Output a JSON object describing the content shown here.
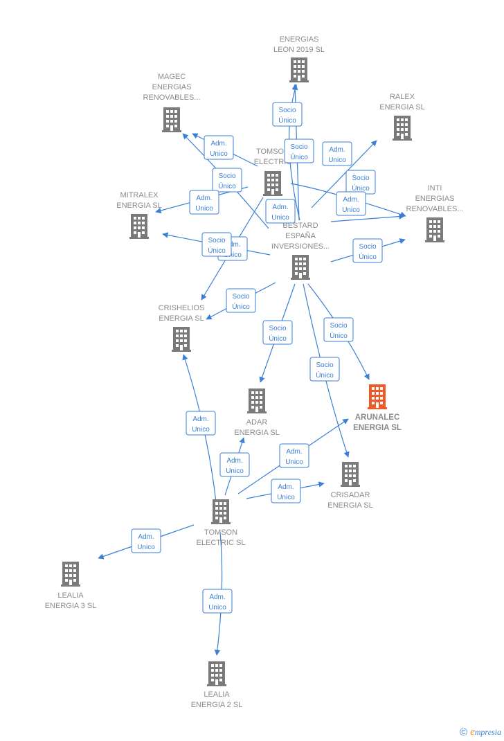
{
  "colors": {
    "node": "#7a7a7a",
    "focus": "#f05a28",
    "edge": "#3a7fd5"
  },
  "nodes": [
    {
      "id": "energias-leon",
      "lines": [
        "ENERGIAS",
        "LEON 2019  SL"
      ]
    },
    {
      "id": "magec",
      "lines": [
        "MAGEC",
        "ENERGIAS",
        "RENOVABLES..."
      ]
    },
    {
      "id": "ralex",
      "lines": [
        "RALEX",
        "ENERGIA  SL"
      ]
    },
    {
      "id": "tomson-top",
      "lines": [
        "TOMSON",
        "ELECTRIC"
      ]
    },
    {
      "id": "mitralex",
      "lines": [
        "MITRALEX",
        "ENERGIA  SL"
      ]
    },
    {
      "id": "inti",
      "lines": [
        "INTI",
        "ENERGIAS",
        "RENOVABLES..."
      ]
    },
    {
      "id": "bestard",
      "lines": [
        "BESTARD",
        "ESPAÑA",
        "INVERSIONES..."
      ]
    },
    {
      "id": "crishelios",
      "lines": [
        "CRISHELIOS",
        "ENERGIA  SL"
      ]
    },
    {
      "id": "adar",
      "lines": [
        "ADAR",
        "ENERGIA  SL"
      ]
    },
    {
      "id": "arunalec",
      "lines": [
        "ARUNALEC",
        "ENERGIA  SL"
      ],
      "focus": true
    },
    {
      "id": "crisadar",
      "lines": [
        "CRISADAR",
        "ENERGIA  SL"
      ]
    },
    {
      "id": "tomson-bottom",
      "lines": [
        "TOMSON",
        "ELECTRIC  SL"
      ]
    },
    {
      "id": "lealia3",
      "lines": [
        "LEALIA",
        "ENERGIA 3  SL"
      ]
    },
    {
      "id": "lealia2",
      "lines": [
        "LEALIA",
        "ENERGIA 2  SL"
      ]
    }
  ],
  "relations": [
    {
      "id": "r1",
      "lines": [
        "Socio",
        "Único"
      ]
    },
    {
      "id": "r2",
      "lines": [
        "Socio",
        "Único"
      ]
    },
    {
      "id": "r3",
      "lines": [
        "Adm.",
        "Unico"
      ]
    },
    {
      "id": "r4",
      "lines": [
        "Adm.",
        "Unico"
      ]
    },
    {
      "id": "r5",
      "lines": [
        "Socio",
        "Único"
      ]
    },
    {
      "id": "r6",
      "lines": [
        "Socio",
        "Único"
      ]
    },
    {
      "id": "r7",
      "lines": [
        "Adm.",
        "Unico"
      ]
    },
    {
      "id": "r8",
      "lines": [
        "Adm.",
        "Unico"
      ]
    },
    {
      "id": "r9",
      "lines": [
        "Adm.",
        "Unico"
      ]
    },
    {
      "id": "r10",
      "lines": [
        "Adm.",
        "Unico"
      ]
    },
    {
      "id": "r11",
      "lines": [
        "Socio",
        "Único"
      ]
    },
    {
      "id": "r12",
      "lines": [
        "Socio",
        "Único"
      ]
    },
    {
      "id": "r13",
      "lines": [
        "Socio",
        "Único"
      ]
    },
    {
      "id": "r14",
      "lines": [
        "Socio",
        "Único"
      ]
    },
    {
      "id": "r15",
      "lines": [
        "Socio",
        "Único"
      ]
    },
    {
      "id": "r16",
      "lines": [
        "Socio",
        "Único"
      ]
    },
    {
      "id": "r17",
      "lines": [
        "Adm.",
        "Unico"
      ]
    },
    {
      "id": "r18",
      "lines": [
        "Adm.",
        "Unico"
      ]
    },
    {
      "id": "r19",
      "lines": [
        "Adm.",
        "Unico"
      ]
    },
    {
      "id": "r20",
      "lines": [
        "Adm.",
        "Unico"
      ]
    },
    {
      "id": "r21",
      "lines": [
        "Adm.",
        "Unico"
      ]
    },
    {
      "id": "r22",
      "lines": [
        "Adm.",
        "Unico"
      ]
    },
    {
      "id": "r23",
      "lines": [
        "Socio",
        "Único"
      ]
    }
  ],
  "brand": {
    "copyright": "©",
    "e": "e",
    "rest": "mpresia"
  }
}
